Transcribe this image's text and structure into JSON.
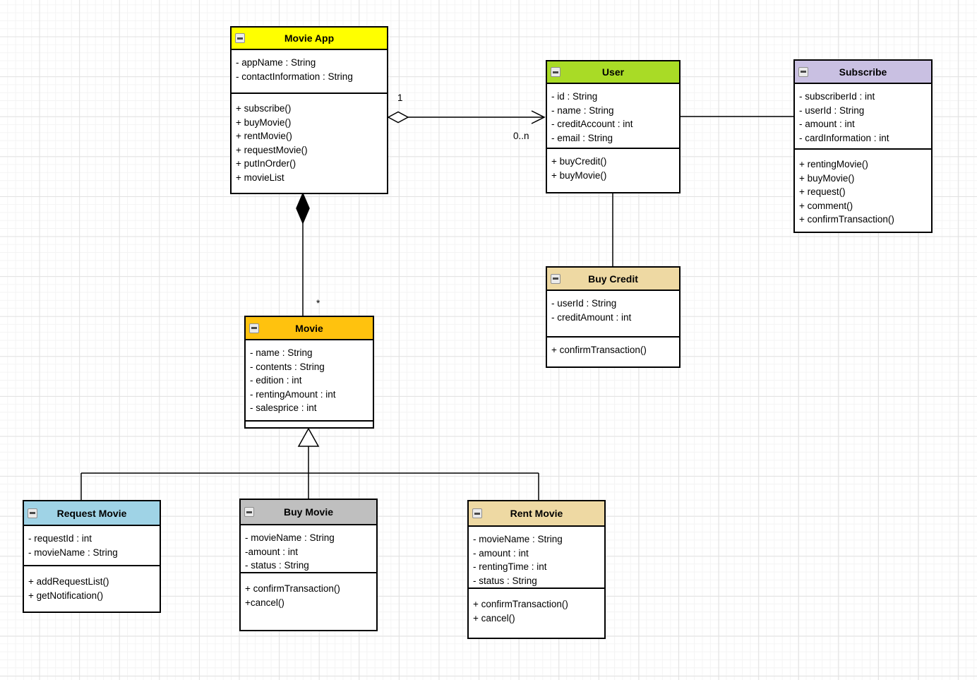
{
  "canvas": {
    "background": "#FFFFFF",
    "grid_minor_color": "#F4F4F4",
    "grid_major_color": "#E2E2E2"
  },
  "diagram": {
    "classes": [
      {
        "title": "Movie App",
        "header_color": "#FFFF00",
        "attributes": [
          "- appName : String",
          "- contactInformation : String"
        ],
        "methods": [
          "+ subscribe()",
          "+ buyMovie()",
          "+ rentMovie()",
          "+ requestMovie()",
          "+ putInOrder()",
          "+ movieList"
        ]
      },
      {
        "title": "User",
        "header_color": "#A9DB26",
        "attributes": [
          "- id : String",
          "- name : String",
          "- creditAccount : int",
          "- email : String"
        ],
        "methods": [
          "+ buyCredit()",
          "+ buyMovie()"
        ]
      },
      {
        "title": "Subscribe",
        "header_color": "#C9C0E2",
        "attributes": [
          "- subscriberId : int",
          "- userId : String",
          "- amount : int",
          "- cardInformation : int"
        ],
        "methods": [
          "+ rentingMovie()",
          "+ buyMovie()",
          "+ request()",
          "+ comment()",
          "+ confirmTransaction()"
        ]
      },
      {
        "title": "Buy Credit",
        "header_color": "#EED9A3",
        "attributes": [
          "- userId : String",
          "- creditAmount : int"
        ],
        "methods": [
          "+ confirmTransaction()"
        ]
      },
      {
        "title": "Movie",
        "header_color": "#FFC20E",
        "attributes": [
          "- name : String",
          "- contents : String",
          "- edition : int",
          "- rentingAmount : int",
          "- salesprice : int"
        ],
        "methods": []
      },
      {
        "title": "Request Movie",
        "header_color": "#9FD3E6",
        "attributes": [
          "- requestId : int",
          "- movieName : String"
        ],
        "methods": [
          "+ addRequestList()",
          "+ getNotification()"
        ]
      },
      {
        "title": "Buy Movie",
        "header_color": "#BFBFBF",
        "attributes": [
          "- movieName : String",
          "-amount : int",
          "- status : String"
        ],
        "methods": [
          "+ confirmTransaction()",
          "+cancel()"
        ]
      },
      {
        "title": "Rent Movie",
        "header_color": "#EED9A3",
        "attributes": [
          "- movieName : String",
          "- amount : int",
          "- rentingTime : int",
          "- status : String"
        ],
        "methods": [
          "+ confirmTransaction()",
          "+ cancel()"
        ]
      }
    ],
    "relationships": [
      {
        "type": "aggregation",
        "from": "Movie App",
        "to": "User",
        "source_multiplicity": "1",
        "target_multiplicity": "0..n"
      },
      {
        "type": "association",
        "from": "User",
        "to": "Subscribe"
      },
      {
        "type": "association",
        "from": "User",
        "to": "Buy Credit"
      },
      {
        "type": "composition",
        "from": "Movie App",
        "to": "Movie",
        "target_multiplicity": "*"
      },
      {
        "type": "generalization",
        "parent": "Movie",
        "children": [
          "Request Movie",
          "Buy Movie",
          "Rent Movie"
        ]
      }
    ],
    "labels": {
      "agg_source": "1",
      "agg_target": "0..n",
      "comp_target": "*"
    }
  }
}
